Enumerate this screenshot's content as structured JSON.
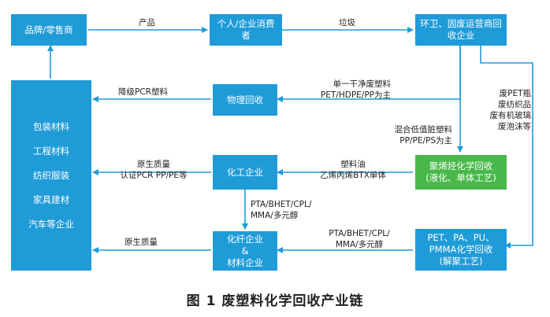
{
  "nodes": {
    "brand": "品牌/零售商",
    "consumer": "个人/企业消费\n者",
    "sanitation": "环卫、固废运营商回\n收企业",
    "physical": "物理回收",
    "chemical": "化工企业",
    "pyrolysis": "聚烯烃化学回收\n(液化、单体工艺)",
    "fiber": "化纤企业\n&\n材料企业",
    "pet_recycle": "PET、PA、PU、\nPMMA化学回收\n(解聚工艺)",
    "end_users": [
      "包装材料",
      "工程材料",
      "纺织服装",
      "家具建材",
      "汽车等企业"
    ]
  },
  "edges": {
    "product": "产品",
    "garbage": "垃圾",
    "downgrade_pcr": "降级PCR塑料",
    "single_clean": "单一干净废塑料\nPET/HDPE/PP为主",
    "mixed_low": "混合低值脏塑料\nPP/PE/PS为主",
    "waste_types": "废PET瓶\n废纺织品\n废有机玻璃\n废泡沫等",
    "virgin_quality_1": "原生质量\n认证PCR PP/PE等",
    "plastic_oil": "塑料油\n乙烯丙烯BTX单体",
    "pta_down": "PTA/BHET/CPL/\nMMA/多元醇",
    "pta_left": "PTA/BHET/CPL/\nMMA/多元醇",
    "virgin_quality_2": "原生质量"
  },
  "caption": "图 1   废塑料化学回收产业链",
  "colors": {
    "box_blue": "#1f9bd8",
    "box_green": "#49b84a",
    "arrow": "#1f9bd8"
  }
}
